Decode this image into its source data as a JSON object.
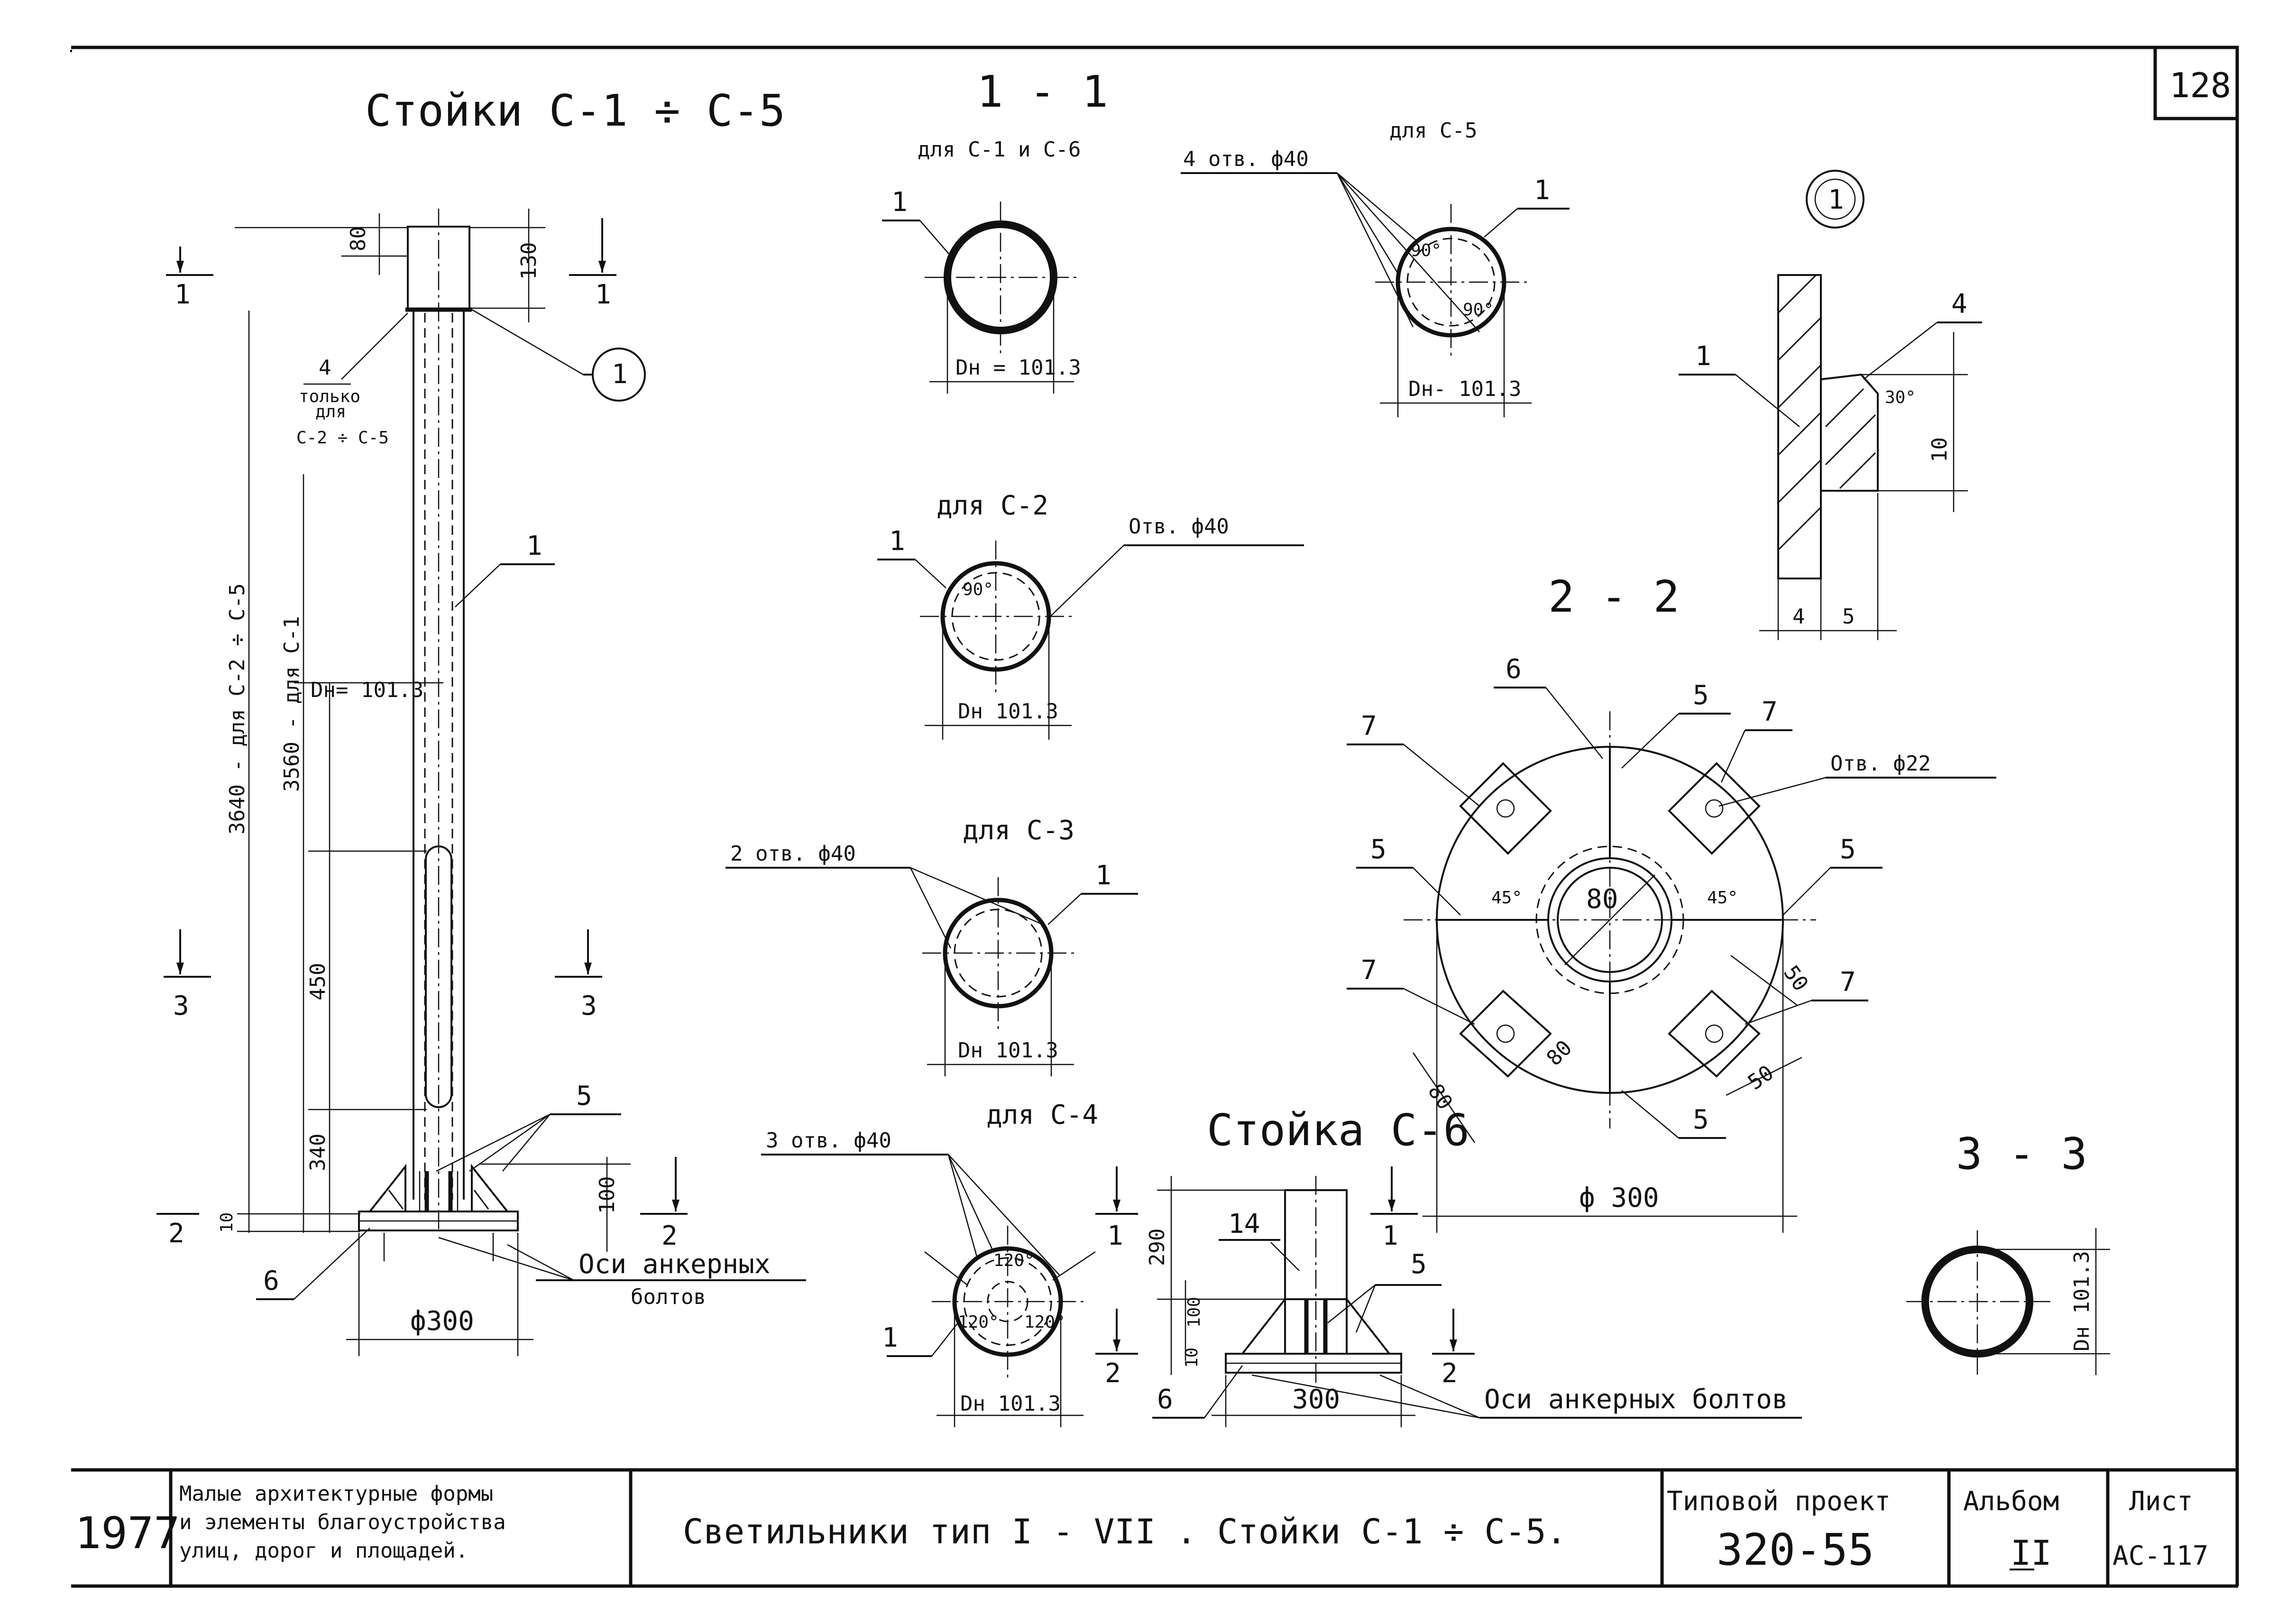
{
  "sheet": {
    "number": "128",
    "detail_ref": "1"
  },
  "elevation_c1_c5": {
    "title": "Стойки С-1 ÷ С-5",
    "dim_80": "80",
    "dim_130": "130",
    "dim_450": "450",
    "dim_340": "340",
    "dim_100": "100",
    "dim_10": "10",
    "dim_3640": "3640 - для С-2 ÷ С-5",
    "dim_3560": "3560 - для С-1",
    "dia": "Dн= 101.3",
    "pos1": "1",
    "pos5": "5",
    "pos6": "6",
    "pos4_line1": "4",
    "pos4_line2": "только",
    "pos4_line3": "для",
    "pos4_line4": "С-2 ÷ С-5",
    "base_dia": "ф300",
    "anchor_label_1": "Оси анкерных",
    "anchor_label_2": "болтов",
    "cut1": "1",
    "cut2": "2",
    "cut3": "3"
  },
  "section_1_1": {
    "title": "1 - 1",
    "subtitle": "для С-1 и С-6",
    "pos": "1",
    "dia": "Dн = 101.3"
  },
  "section_c5": {
    "title": "для С-5",
    "holes": "4 отв. ф40",
    "pos": "1",
    "angle_a": "90°",
    "angle_b": "90°",
    "dia": "Dн- 101.3"
  },
  "section_c2": {
    "title": "для С-2",
    "hole": "Отв. ф40",
    "pos": "1",
    "angle": "90°",
    "dia": "Dн 101.3"
  },
  "section_c3": {
    "title": "для С-3",
    "holes": "2 отв. ф40",
    "pos": "1",
    "dia": "Dн 101.3"
  },
  "section_c4": {
    "title": "для С-4",
    "holes": "3 отв. ф40",
    "pos": "1",
    "angle_a": "120°",
    "angle_b": "120°",
    "angle_c": "120°",
    "dia": "Dн 101.3"
  },
  "detail_1": {
    "pos1": "1",
    "pos4": "4",
    "angle": "30°",
    "dim_10": "10",
    "dim_4": "4",
    "dim_5": "5"
  },
  "section_2_2": {
    "title": "2 - 2",
    "pos5": "5",
    "pos6": "6",
    "pos7": "7",
    "hole": "Отв. ф22",
    "dim_80": "80",
    "dim_50": "50",
    "angle_45": "45°",
    "base_dia": "ф 300"
  },
  "elevation_c6": {
    "title": "Стойка С-6",
    "pos14": "14",
    "pos5": "5",
    "pos6": "6",
    "dim_290": "290",
    "dim_100": "100",
    "dim_10": "10",
    "dim_300": "300",
    "anchor_label": "Оси анкерных болтов",
    "cut1": "1",
    "cut2": "2"
  },
  "section_3_3": {
    "title": "3 - 3",
    "dia": "Dн 101.3"
  },
  "title_block": {
    "year": "1977",
    "subject_line1": "Малые архитектурные формы",
    "subject_line2": "и элементы благоустройства",
    "subject_line3": "улиц, дорог и площадей.",
    "drawing_title": "Светильники тип I - VII . Стойки С-1 ÷ С-5.",
    "project_label": "Типовой проект",
    "project_number": "320-55",
    "album_label": "Альбом",
    "album_value": "II",
    "sheet_label": "Лист",
    "sheet_value": "АС-117"
  }
}
